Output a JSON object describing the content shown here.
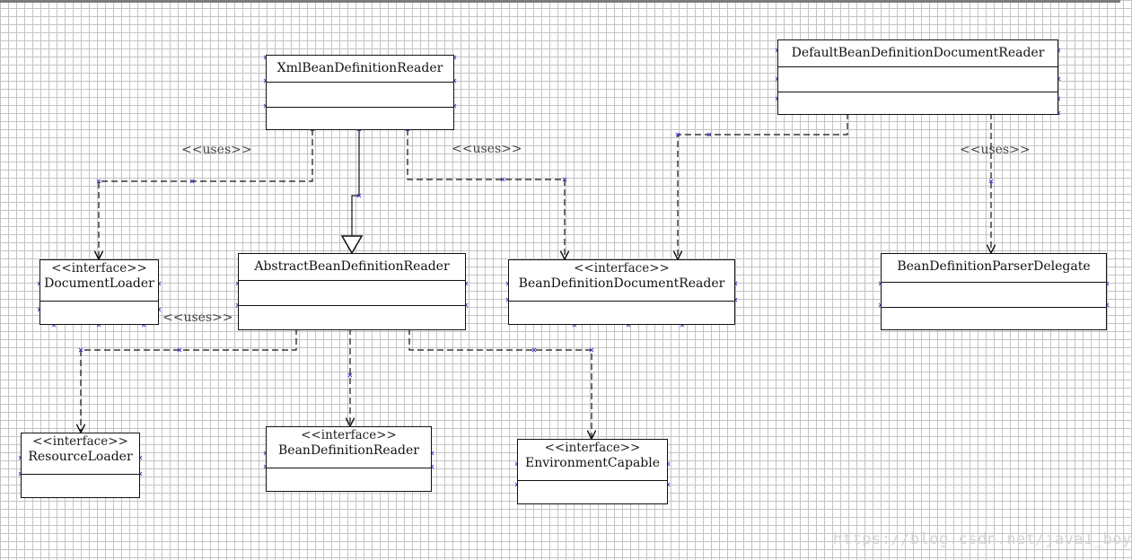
{
  "classes": {
    "xml_reader": {
      "name": "XmlBeanDefinitionReader"
    },
    "default_doc_reader": {
      "name": "DefaultBeanDefinitionDocumentReader"
    },
    "document_loader": {
      "stereotype": "<<interface>>",
      "name": "DocumentLoader"
    },
    "abstract_reader": {
      "name": "AbstractBeanDefinitionReader"
    },
    "doc_reader": {
      "stereotype": "<<interface>>",
      "name": "BeanDefinitionDocumentReader"
    },
    "parser_delegate": {
      "name": "BeanDefinitionParserDelegate"
    },
    "resource_loader": {
      "stereotype": "<<interface>>",
      "name": "ResourceLoader"
    },
    "bean_def_reader": {
      "stereotype": "<<interface>>",
      "name": "BeanDefinitionReader"
    },
    "env_capable": {
      "stereotype": "<<interface>>",
      "name": "EnvironmentCapable"
    }
  },
  "labels": {
    "uses_1": "<<uses>>",
    "uses_2": "<<uses>>",
    "uses_3": "<<uses>>",
    "uses_4": "<<uses>>"
  },
  "watermark": "https://blog.csdn.net/java1_boy",
  "colors": {
    "line": "#111111",
    "grid": "#c4c4c4",
    "handle": "#3a3ad0"
  }
}
